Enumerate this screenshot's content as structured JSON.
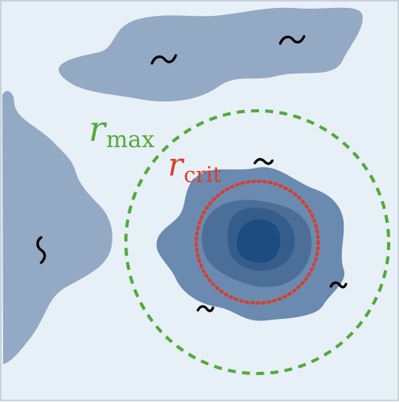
{
  "labels": {
    "rmax": {
      "main": "r",
      "sub": "max"
    },
    "rcrit": {
      "main": "r",
      "sub": "crit"
    },
    "squiggle": "~"
  },
  "colors": {
    "background": "#e8f0f7",
    "border": "#c9d3dc",
    "cloud_light": "#93a9c4",
    "cloud_level1": "#6b8ab0",
    "cloud_level2": "#4c6f99",
    "cloud_level3": "#355d8c",
    "cloud_core": "#1d4c80",
    "rmax_green": "#54a93c",
    "rcrit_red": "#dd3a2a",
    "squiggle_black": "#000000"
  }
}
